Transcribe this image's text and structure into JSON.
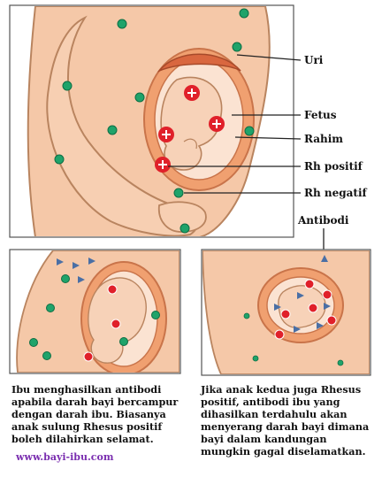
{
  "labels": {
    "placenta": "Uri",
    "fetus": "Fetus",
    "womb": "Rahim",
    "rh_positive": "Rh positif",
    "rh_negative": "Rh negatif",
    "antibody": "Antibodi"
  },
  "captions": {
    "left": [
      "Ibu menghasilkan antibodi",
      "apabila darah bayi bercampur",
      "dengan darah ibu. Biasanya",
      "anak sulung Rhesus positif",
      "boleh dilahirkan selamat."
    ],
    "right": [
      "Jika anak kedua juga Rhesus",
      "positif, antibodi ibu yang",
      "dihasilkan terdahulu akan",
      "menyerang darah bayi dimana",
      "bayi dalam kandungan",
      "mungkin gagal diselamatkan."
    ]
  },
  "website": "www.bayi-ibu.com",
  "colors": {
    "skin": "#f5c8a8",
    "skin_outline": "#b9845f",
    "womb": "#f0a070",
    "rh_positive": "#e0202a",
    "rh_negative": "#1fa36a",
    "antibody": "#4a6fa5",
    "website": "#7b2fb0"
  }
}
